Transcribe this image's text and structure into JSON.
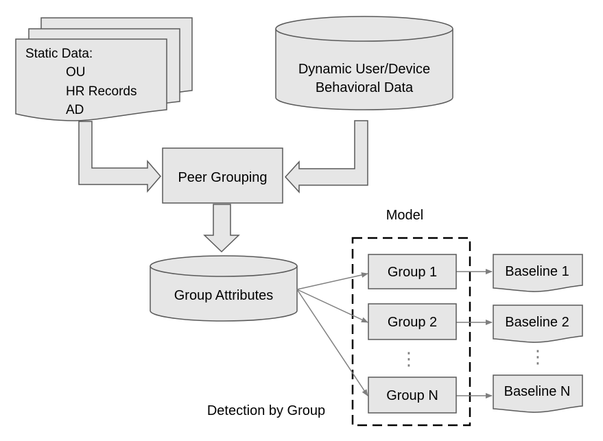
{
  "colors": {
    "fill": "#e6e6e6",
    "stroke": "#595959",
    "arrow": "#7f7f7f",
    "dashed_border": "#000000",
    "text": "#000000"
  },
  "static_data": {
    "title": "Static Data:",
    "items": [
      "OU",
      "HR Records",
      "AD"
    ]
  },
  "dynamic_data": {
    "line1": "Dynamic User/Device",
    "line2": "Behavioral Data"
  },
  "peer_grouping": "Peer Grouping",
  "group_attributes": "Group Attributes",
  "model_label": "Model",
  "detection_label": "Detection by Group",
  "groups": [
    "Group 1",
    "Group 2",
    "Group N"
  ],
  "baselines": [
    "Baseline 1",
    "Baseline 2",
    "Baseline N"
  ],
  "ellipsis_glyph": "⋮"
}
